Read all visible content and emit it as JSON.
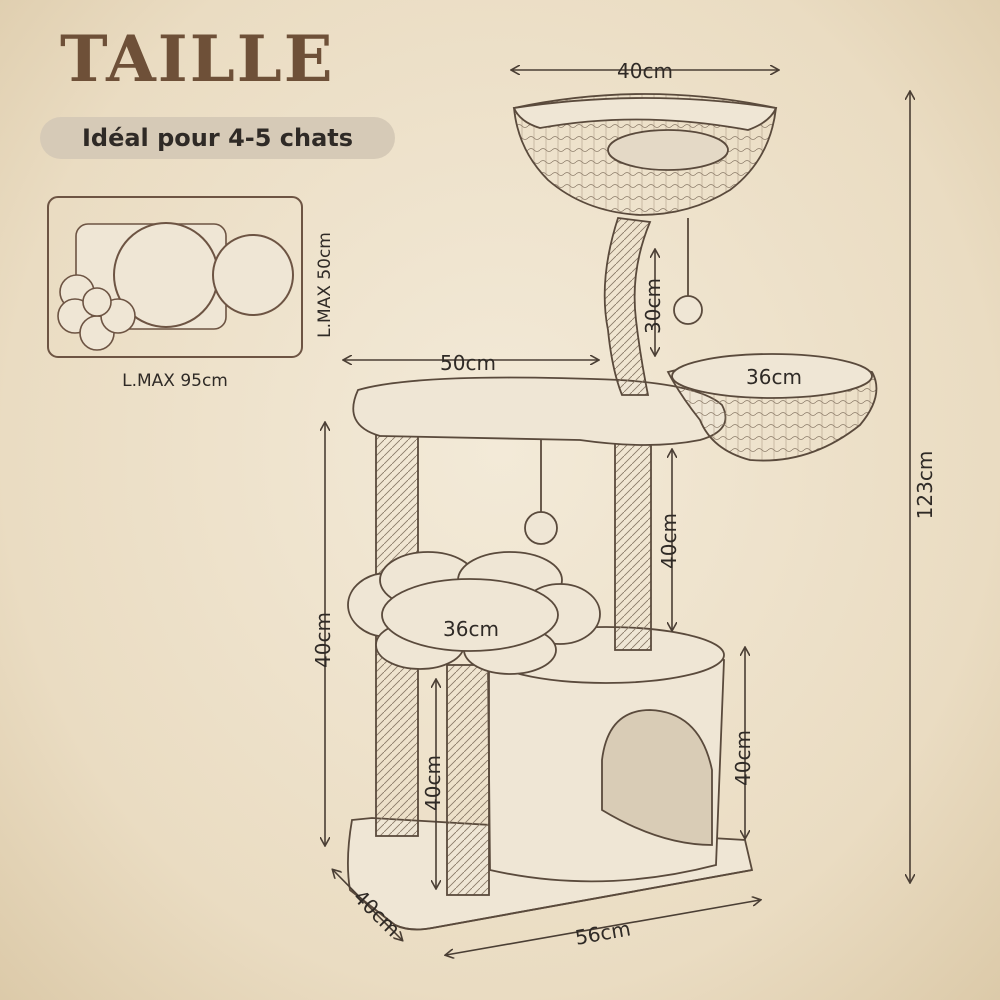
{
  "title": "TAILLE",
  "capacity": "Idéal pour 4-5 chats",
  "footprint": {
    "width_label": "L.MAX 95cm",
    "depth_label": "L.MAX 50cm"
  },
  "dimensions": {
    "top_bowl_width": "40cm",
    "top_post_height": "30cm",
    "platform_width": "50cm",
    "side_basket_width": "36cm",
    "total_height": "123cm",
    "middle_post_height": "40cm",
    "left_post_height": "40cm",
    "flower_width": "36cm",
    "small_post_height": "40cm",
    "condo_height": "40cm",
    "base_depth": "40cm",
    "base_width": "56cm"
  },
  "colors": {
    "ink": "#5a4a3c",
    "title": "#6e5038"
  }
}
